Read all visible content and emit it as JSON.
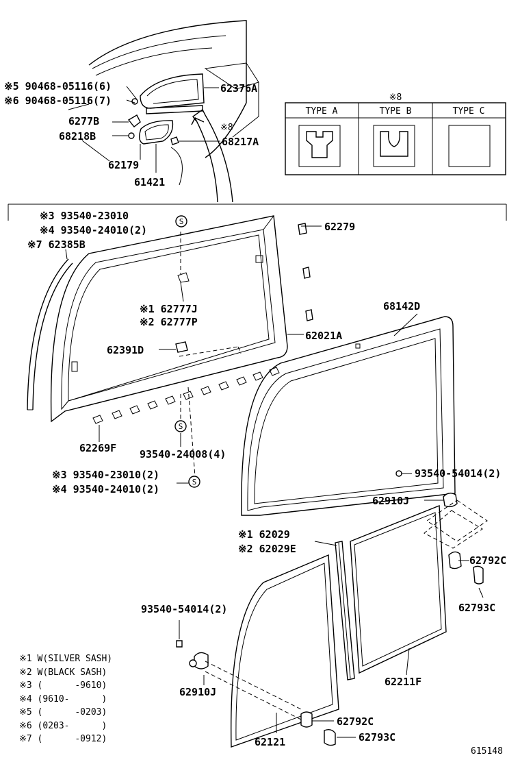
{
  "callouts": [
    {
      "id": "c1",
      "text": "※5 90468-05116(6)"
    },
    {
      "id": "c2",
      "text": "※6 90468-05116(7)"
    },
    {
      "id": "c3",
      "text": "62376A"
    },
    {
      "id": "c4",
      "text": "6277B"
    },
    {
      "id": "c5",
      "text": "68218B"
    },
    {
      "id": "c6",
      "text": "※8"
    },
    {
      "id": "c7",
      "text": "68217A"
    },
    {
      "id": "c8",
      "text": "62179"
    },
    {
      "id": "c9",
      "text": "61421"
    },
    {
      "id": "c10",
      "text": "※3 93540-23010"
    },
    {
      "id": "c11",
      "text": "※4 93540-24010(2)"
    },
    {
      "id": "c12",
      "text": "62279"
    },
    {
      "id": "c13",
      "text": "※7 62385B"
    },
    {
      "id": "c14",
      "text": "※1 62777J"
    },
    {
      "id": "c15",
      "text": "※2 62777P"
    },
    {
      "id": "c16",
      "text": "68142D"
    },
    {
      "id": "c17",
      "text": "62391D"
    },
    {
      "id": "c18",
      "text": "62021A"
    },
    {
      "id": "c19",
      "text": "62269F"
    },
    {
      "id": "c20",
      "text": "93540-24008(4)"
    },
    {
      "id": "c21",
      "text": "※3 93540-23010(2)"
    },
    {
      "id": "c22",
      "text": "※4 93540-24010(2)"
    },
    {
      "id": "c23",
      "text": "93540-54014(2)"
    },
    {
      "id": "c24",
      "text": "62910J"
    },
    {
      "id": "c25",
      "text": "※1 62029"
    },
    {
      "id": "c26",
      "text": "※2 62029E"
    },
    {
      "id": "c27",
      "text": "62792C"
    },
    {
      "id": "c28",
      "text": "62793C"
    },
    {
      "id": "c29",
      "text": "93540-54014(2)"
    },
    {
      "id": "c30",
      "text": "62910J"
    },
    {
      "id": "c31",
      "text": "62211F"
    },
    {
      "id": "c32",
      "text": "62792C"
    },
    {
      "id": "c33",
      "text": "62793C"
    },
    {
      "id": "c34",
      "text": "62121"
    }
  ],
  "type_table": {
    "mark": "※8",
    "headers": [
      "TYPE A",
      "TYPE B",
      "TYPE C"
    ]
  },
  "screw_symbol": "S",
  "notes": [
    "※1 W(SILVER SASH)",
    "※2 W(BLACK SASH)",
    "※3 (      -9610)",
    "※4 (9610-      )",
    "※5 (      -0203)",
    "※6 (0203-      )",
    "※7 (      -0912)"
  ],
  "diagram_id": "615148"
}
